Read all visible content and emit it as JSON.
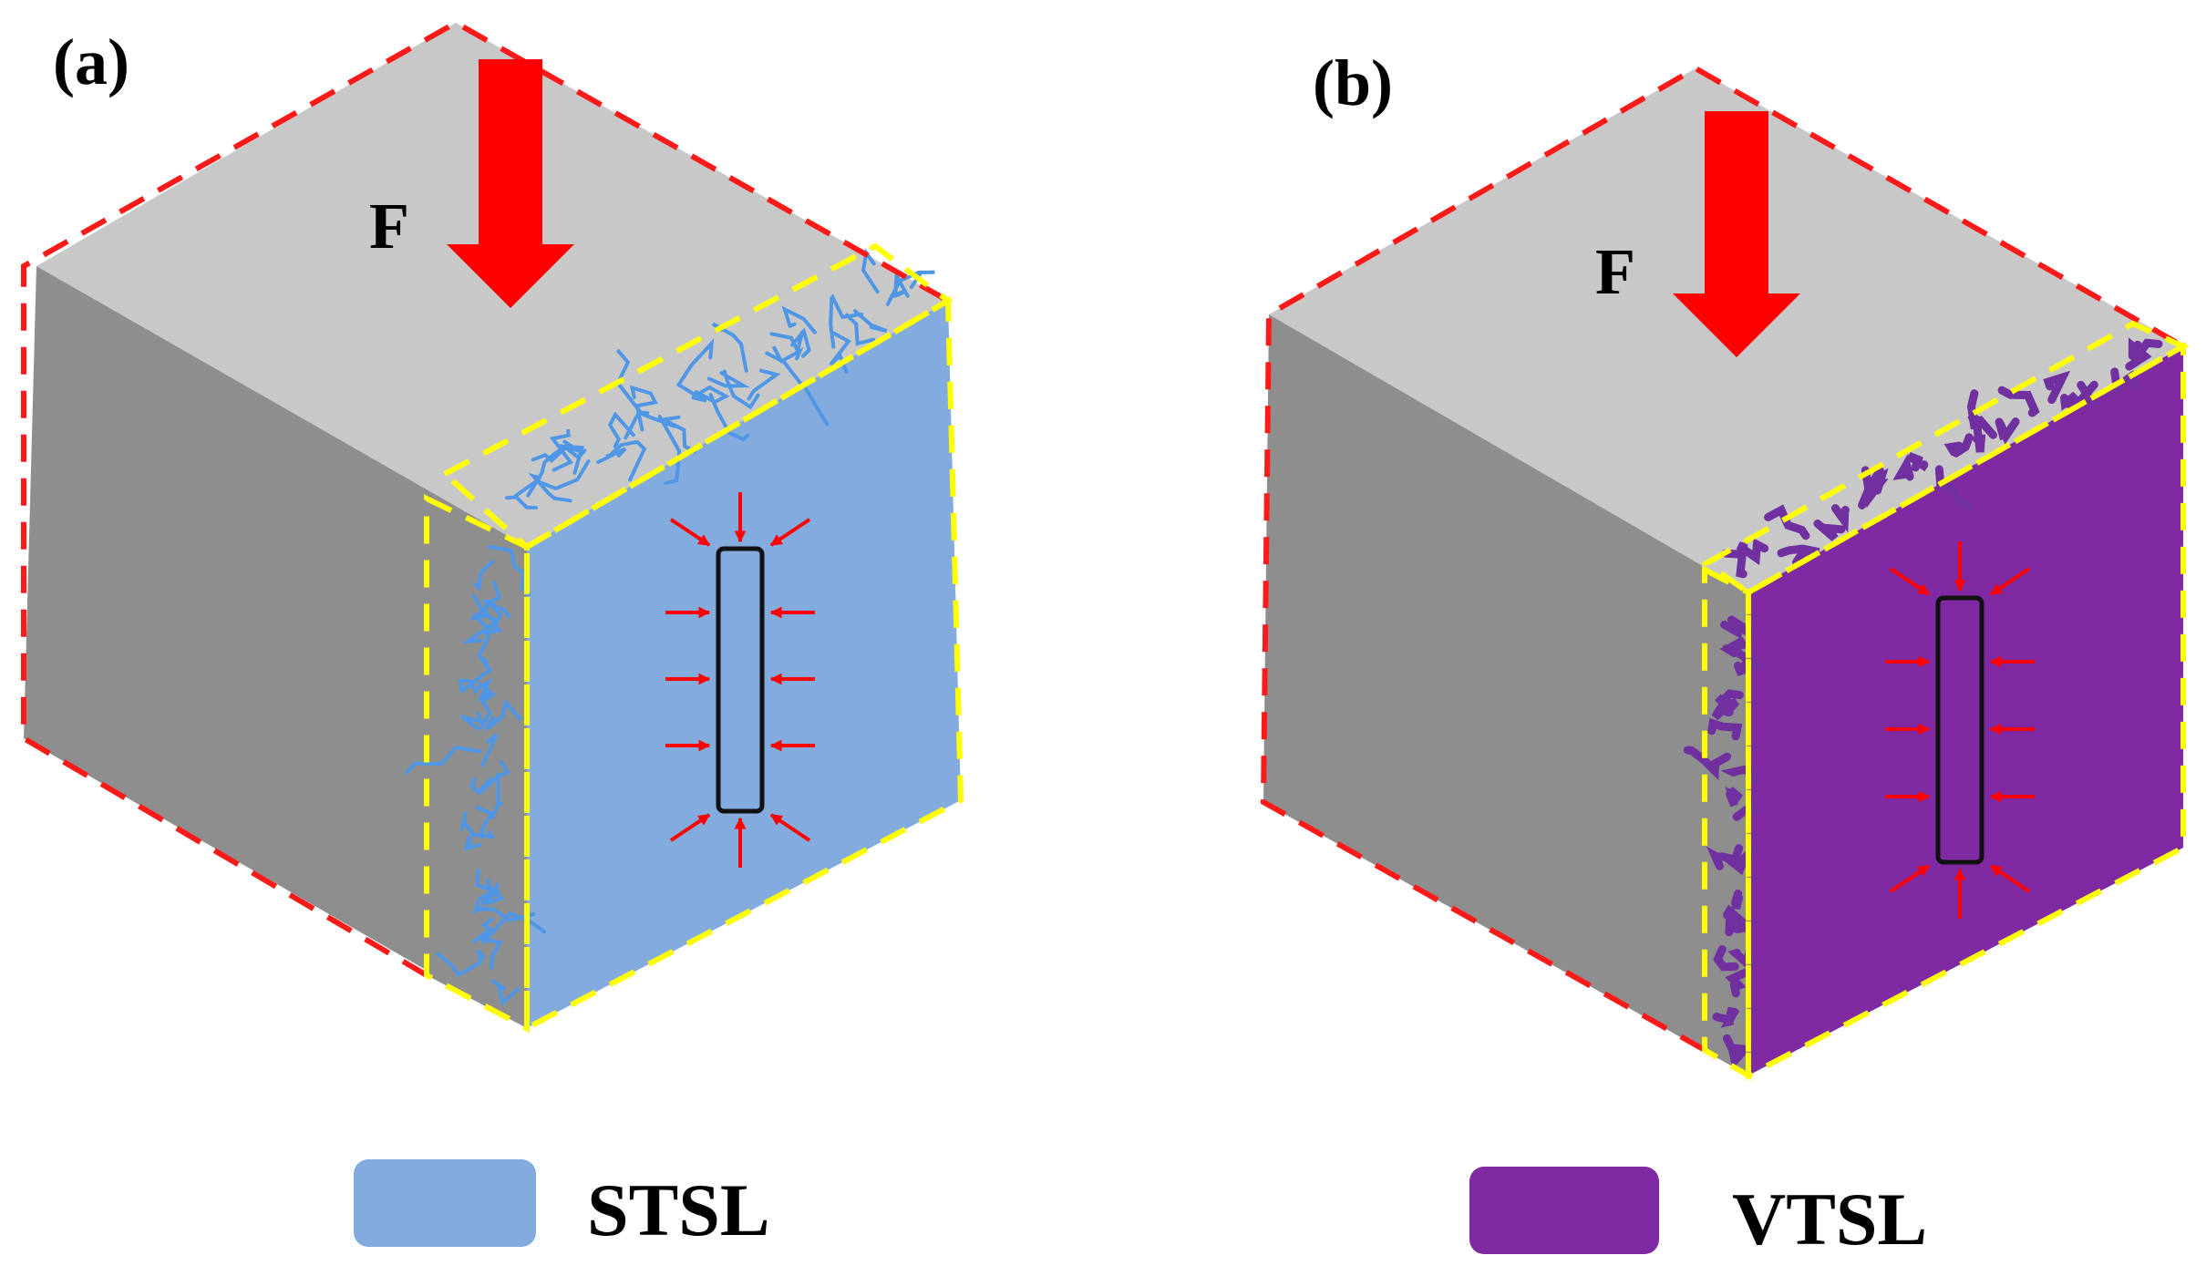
{
  "panels": [
    {
      "id": "a",
      "label": "(a)",
      "force_label": "F",
      "layer_color": "#84abdd",
      "crack_color": "#4f97e6",
      "legend_label": "STSL"
    },
    {
      "id": "b",
      "label": "(b)",
      "force_label": "F",
      "layer_color": "#7f2aa2",
      "crack_color": "#7030a0",
      "legend_label": "VTSL"
    }
  ],
  "colors": {
    "top_face": "#c8c8c8",
    "left_face": "#8e8e8e",
    "edge_dash_red": "#ff1a1a",
    "edge_dash_yellow": "#ffff00",
    "force_arrow": "#ff0000",
    "pressure_arrow": "#ff0000"
  }
}
